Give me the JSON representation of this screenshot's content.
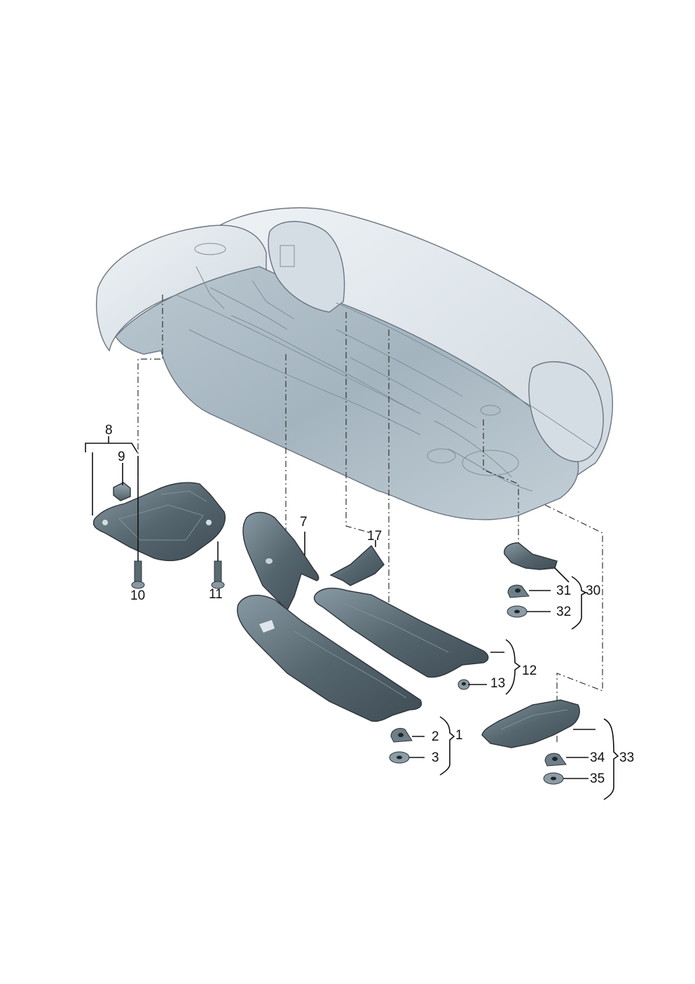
{
  "colors": {
    "body_light": "#dde4ea",
    "body_mid": "#c9d4dc",
    "floor": "#a9b9c3",
    "part_dark": "#4b5a62",
    "part_mid": "#6e7f88",
    "part_light": "#94a5ae",
    "outline": "#2d343a",
    "label": "#111111"
  },
  "labels": {
    "l1": "1",
    "l2": "2",
    "l3": "3",
    "l7": "7",
    "l8": "8",
    "l9": "9",
    "l10": "10",
    "l11": "11",
    "l12": "12",
    "l13": "13",
    "l17": "17",
    "l30": "30",
    "l31": "31",
    "l32": "32",
    "l33": "33",
    "l34": "34",
    "l35": "35"
  }
}
